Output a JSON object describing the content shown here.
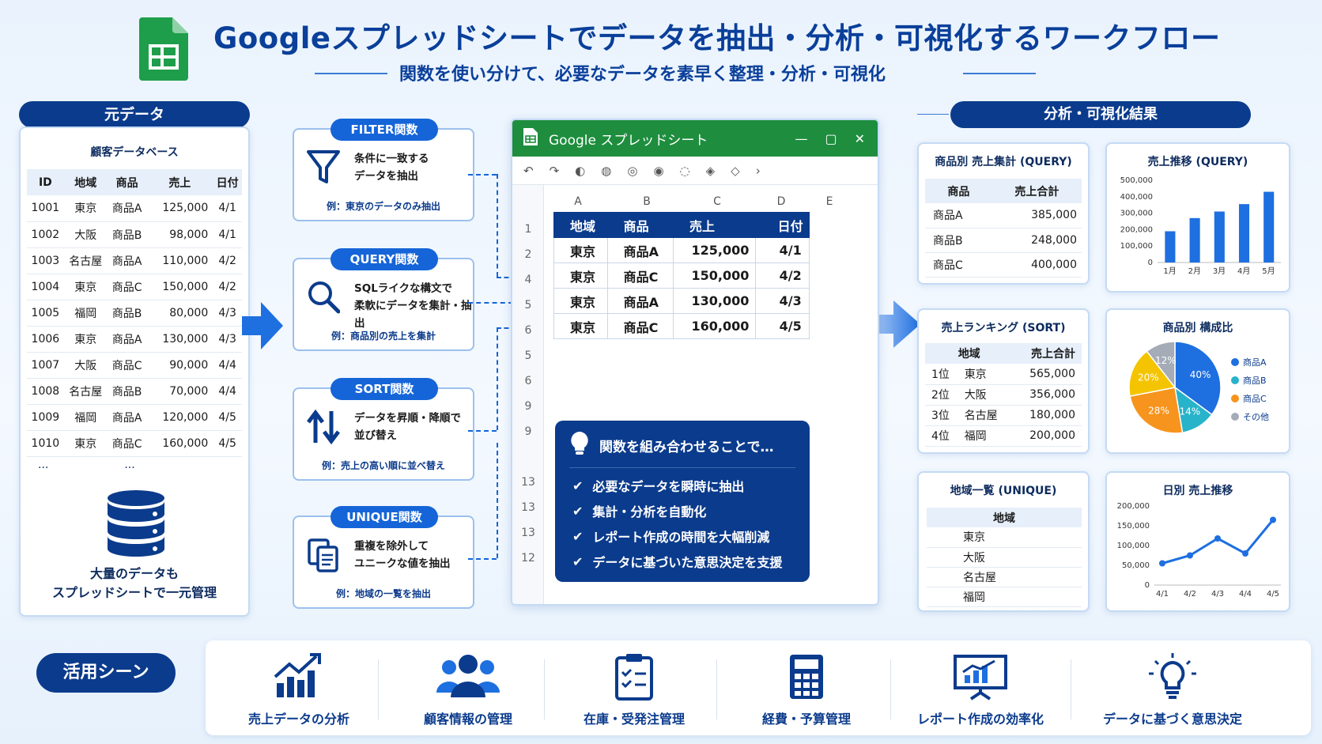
{
  "header": {
    "title": "Googleスプレッドシートでデータを抽出・分析・可視化するワークフロー",
    "subtitle": "関数を使い分けて、必要なデータを素早く整理・分析・可視化"
  },
  "source": {
    "label": "元データ",
    "table_title": "顧客データベース",
    "columns": [
      "ID",
      "地域",
      "商品",
      "売上",
      "日付"
    ],
    "rows": [
      [
        "1001",
        "東京",
        "商品A",
        "125,000",
        "4/1"
      ],
      [
        "1002",
        "大阪",
        "商品B",
        "98,000",
        "4/1"
      ],
      [
        "1003",
        "名古屋",
        "商品A",
        "110,000",
        "4/2"
      ],
      [
        "1004",
        "東京",
        "商品C",
        "150,000",
        "4/2"
      ],
      [
        "1005",
        "福岡",
        "商品B",
        "80,000",
        "4/3"
      ],
      [
        "1006",
        "東京",
        "商品A",
        "130,000",
        "4/3"
      ],
      [
        "1007",
        "大阪",
        "商品C",
        "90,000",
        "4/4"
      ],
      [
        "1008",
        "名古屋",
        "商品B",
        "70,000",
        "4/4"
      ],
      [
        "1009",
        "福岡",
        "商品A",
        "120,000",
        "4/5"
      ],
      [
        "1010",
        "東京",
        "商品C",
        "160,000",
        "4/5"
      ]
    ],
    "ellipsis": "...",
    "caption_line1": "大量のデータも",
    "caption_line2": "スプレッドシートで一元管理"
  },
  "functions": [
    {
      "name": "FILTER関数",
      "desc1": "条件に一致する",
      "desc2": "データを抽出",
      "example": "例：東京のデータのみ抽出",
      "icon": "funnel-icon"
    },
    {
      "name": "QUERY関数",
      "desc1": "SQLライクな構文で",
      "desc2": "柔軟にデータを集計・抽出",
      "example": "例：商品別の売上を集計",
      "icon": "magnifier-icon"
    },
    {
      "name": "SORT関数",
      "desc1": "データを昇順・降順で",
      "desc2": "並び替え",
      "example": "例：売上の高い順に並べ替え",
      "icon": "sort-arrows-icon"
    },
    {
      "name": "UNIQUE関数",
      "desc1": "重複を除外して",
      "desc2": "ユニークな値を抽出",
      "example": "例：地域の一覧を抽出",
      "icon": "copy-docs-icon"
    }
  ],
  "sheet": {
    "title": "Google スプレッドシート",
    "col_letters": [
      "A",
      "B",
      "C",
      "D",
      "E"
    ],
    "row_numbers": [
      "1",
      "2",
      "4",
      "5",
      "6",
      "5",
      "6",
      "9",
      "9",
      "",
      "13",
      "13",
      "13",
      "12"
    ],
    "headers": [
      "地域",
      "商品",
      "売上",
      "日付"
    ],
    "rows": [
      [
        "東京",
        "商品A",
        "125,000",
        "4/1"
      ],
      [
        "東京",
        "商品C",
        "150,000",
        "4/2"
      ],
      [
        "東京",
        "商品A",
        "130,000",
        "4/3"
      ],
      [
        "東京",
        "商品C",
        "160,000",
        "4/5"
      ]
    ]
  },
  "tip": {
    "title": "関数を組み合わせることで…",
    "items": [
      "必要なデータを瞬時に抽出",
      "集計・分析を自動化",
      "レポート作成の時間を大幅削減",
      "データに基づいた意思決定を支援"
    ]
  },
  "results": {
    "label": "分析・可視化結果",
    "query_table": {
      "title": "商品別 売上集計 (QUERY)",
      "columns": [
        "商品",
        "売上合計"
      ],
      "rows": [
        [
          "商品A",
          "385,000"
        ],
        [
          "商品B",
          "248,000"
        ],
        [
          "商品C",
          "400,000"
        ]
      ]
    },
    "sort_table": {
      "title": "売上ランキング (SORT)",
      "columns": [
        "",
        "地域",
        "売上合計"
      ],
      "rows": [
        [
          "1位",
          "東京",
          "565,000"
        ],
        [
          "2位",
          "大阪",
          "356,000"
        ],
        [
          "3位",
          "名古屋",
          "180,000"
        ],
        [
          "4位",
          "福岡",
          "200,000"
        ]
      ]
    },
    "unique_table": {
      "title": "地域一覧 (UNIQUE)",
      "column": "地域",
      "rows": [
        "東京",
        "大阪",
        "名古屋",
        "福岡"
      ]
    }
  },
  "chart_data": [
    {
      "type": "bar",
      "title": "売上推移 (QUERY)",
      "categories": [
        "1月",
        "2月",
        "3月",
        "4月",
        "5月"
      ],
      "values": [
        190000,
        270000,
        310000,
        355000,
        430000
      ],
      "ylim": [
        0,
        500000
      ],
      "yticks": [
        "0",
        "100,000",
        "200,000",
        "300,000",
        "400,000",
        "500,000"
      ],
      "color": "#1e6fe0"
    },
    {
      "type": "pie",
      "title": "商品別 構成比",
      "labels": [
        "商品A",
        "商品B",
        "商品C",
        "その他"
      ],
      "values": [
        40,
        14,
        28,
        20,
        12
      ],
      "slice_labels": [
        "40%",
        "14%",
        "28%",
        "20%",
        "12%"
      ],
      "colors": [
        "#1e6fe0",
        "#27b3c9",
        "#f7941d",
        "#f5c400",
        "#a5acb8"
      ],
      "legend": [
        "商品A",
        "商品B",
        "商品C",
        "その他"
      ],
      "legend_colors": [
        "#1e6fe0",
        "#27b3c9",
        "#f7941d",
        "#a5acb8"
      ]
    },
    {
      "type": "line",
      "title": "日別 売上推移",
      "categories": [
        "4/1",
        "4/2",
        "4/3",
        "4/4",
        "4/5"
      ],
      "values": [
        55000,
        75000,
        118000,
        80000,
        165000
      ],
      "ylim": [
        0,
        200000
      ],
      "yticks": [
        "0",
        "50,000",
        "100,000",
        "150,000",
        "200,000"
      ],
      "color": "#1e6fe0"
    }
  ],
  "scenes": {
    "label": "活用シーン",
    "items": [
      {
        "label": "売上データの分析",
        "icon": "growth-chart-icon"
      },
      {
        "label": "顧客情報の管理",
        "icon": "people-icon"
      },
      {
        "label": "在庫・受発注管理",
        "icon": "clipboard-icon"
      },
      {
        "label": "経費・予算管理",
        "icon": "calculator-icon"
      },
      {
        "label": "レポート作成の効率化",
        "icon": "presentation-icon"
      },
      {
        "label": "データに基づく意思決定",
        "icon": "lightbulb-icon"
      }
    ]
  }
}
